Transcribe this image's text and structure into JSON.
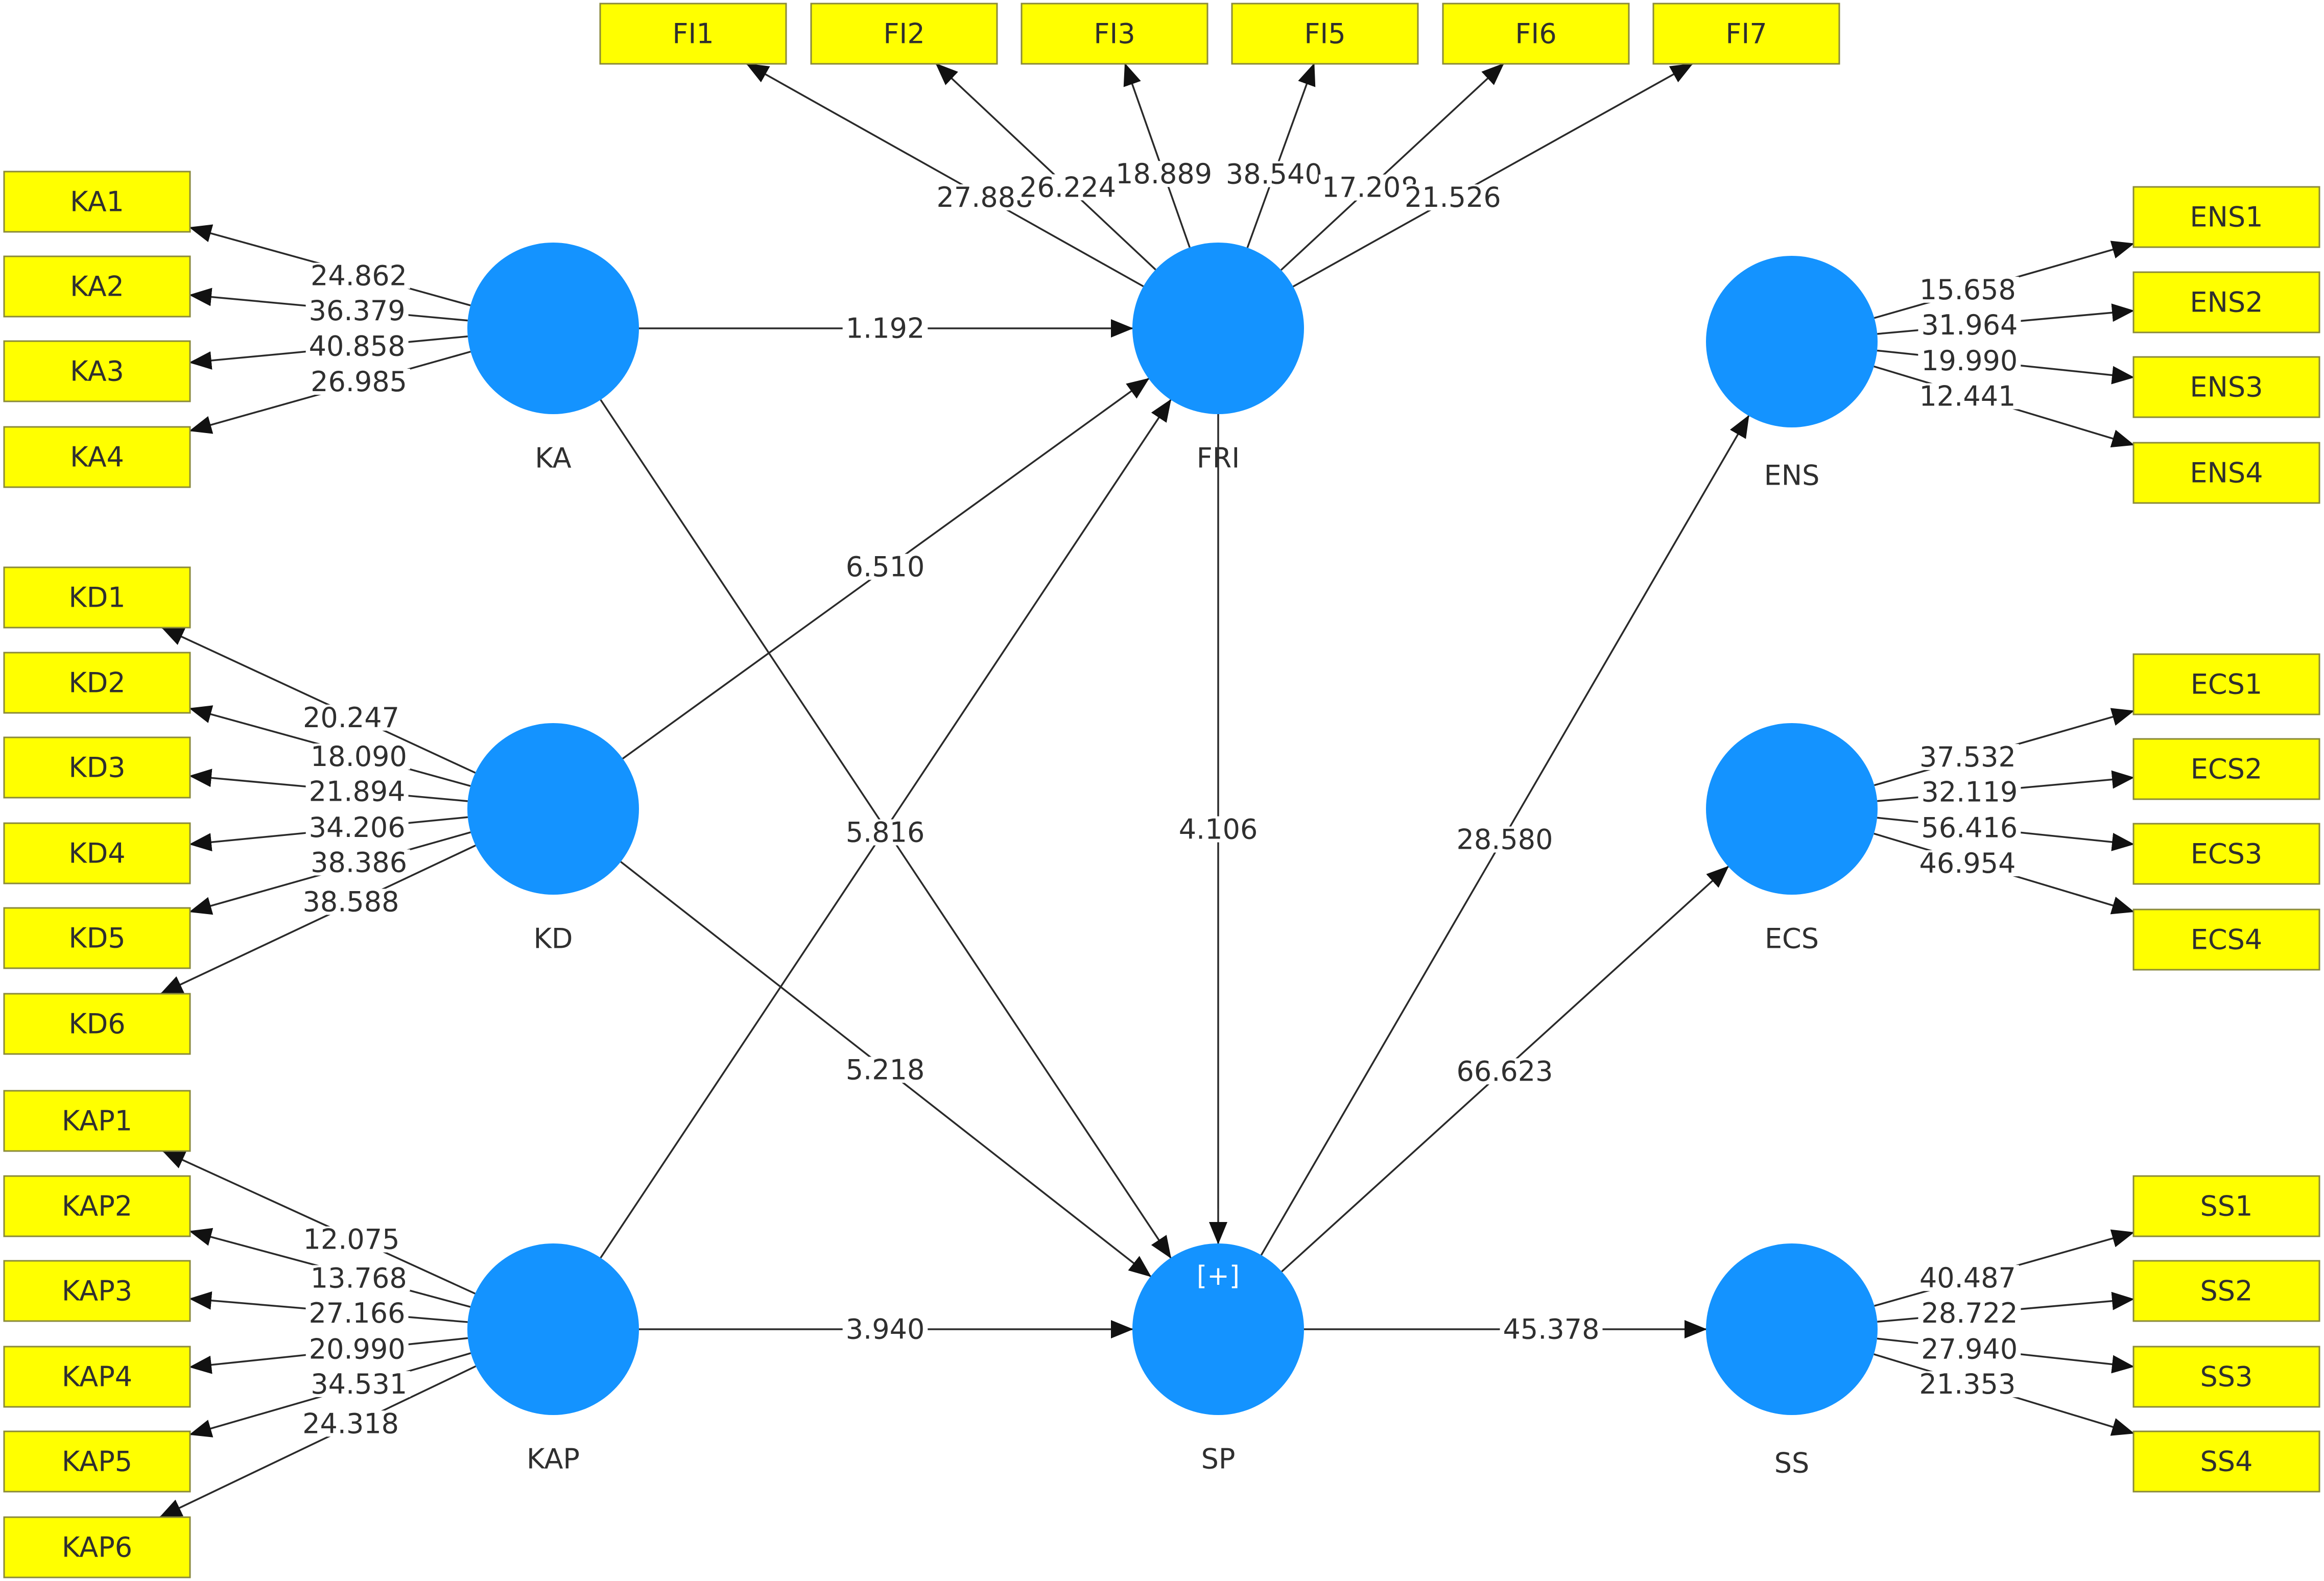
{
  "latents": [
    {
      "id": "KA",
      "label": "KA"
    },
    {
      "id": "KD",
      "label": "KD"
    },
    {
      "id": "KAP",
      "label": "KAP"
    },
    {
      "id": "FRI",
      "label": "FRI"
    },
    {
      "id": "SP",
      "label": "SP",
      "badge": "[+]"
    },
    {
      "id": "ENS",
      "label": "ENS"
    },
    {
      "id": "ECS",
      "label": "ECS"
    },
    {
      "id": "SS",
      "label": "SS"
    }
  ],
  "indicators": [
    {
      "label": "KA1",
      "latent": "KA",
      "weight": "24.862"
    },
    {
      "label": "KA2",
      "latent": "KA",
      "weight": "36.379"
    },
    {
      "label": "KA3",
      "latent": "KA",
      "weight": "40.858"
    },
    {
      "label": "KA4",
      "latent": "KA",
      "weight": "26.985"
    },
    {
      "label": "KD1",
      "latent": "KD",
      "weight": "20.247"
    },
    {
      "label": "KD2",
      "latent": "KD",
      "weight": "18.090"
    },
    {
      "label": "KD3",
      "latent": "KD",
      "weight": "21.894"
    },
    {
      "label": "KD4",
      "latent": "KD",
      "weight": "34.206"
    },
    {
      "label": "KD5",
      "latent": "KD",
      "weight": "38.386"
    },
    {
      "label": "KD6",
      "latent": "KD",
      "weight": "38.588"
    },
    {
      "label": "KAP1",
      "latent": "KAP",
      "weight": "12.075"
    },
    {
      "label": "KAP2",
      "latent": "KAP",
      "weight": "13.768"
    },
    {
      "label": "KAP3",
      "latent": "KAP",
      "weight": "27.166"
    },
    {
      "label": "KAP4",
      "latent": "KAP",
      "weight": "20.990"
    },
    {
      "label": "KAP5",
      "latent": "KAP",
      "weight": "34.531"
    },
    {
      "label": "KAP6",
      "latent": "KAP",
      "weight": "24.318"
    },
    {
      "label": "FI1",
      "latent": "FRI",
      "weight": "27.888"
    },
    {
      "label": "FI2",
      "latent": "FRI",
      "weight": "26.224"
    },
    {
      "label": "FI3",
      "latent": "FRI",
      "weight": "18.889"
    },
    {
      "label": "FI5",
      "latent": "FRI",
      "weight": "38.540"
    },
    {
      "label": "FI6",
      "latent": "FRI",
      "weight": "17.208"
    },
    {
      "label": "FI7",
      "latent": "FRI",
      "weight": "21.526"
    },
    {
      "label": "ENS1",
      "latent": "ENS",
      "weight": "15.658"
    },
    {
      "label": "ENS2",
      "latent": "ENS",
      "weight": "31.964"
    },
    {
      "label": "ENS3",
      "latent": "ENS",
      "weight": "19.990"
    },
    {
      "label": "ENS4",
      "latent": "ENS",
      "weight": "12.441"
    },
    {
      "label": "ECS1",
      "latent": "ECS",
      "weight": "37.532"
    },
    {
      "label": "ECS2",
      "latent": "ECS",
      "weight": "32.119"
    },
    {
      "label": "ECS3",
      "latent": "ECS",
      "weight": "56.416"
    },
    {
      "label": "ECS4",
      "latent": "ECS",
      "weight": "46.954"
    },
    {
      "label": "SS1",
      "latent": "SS",
      "weight": "40.487"
    },
    {
      "label": "SS2",
      "latent": "SS",
      "weight": "28.722"
    },
    {
      "label": "SS3",
      "latent": "SS",
      "weight": "27.940"
    },
    {
      "label": "SS4",
      "latent": "SS",
      "weight": "21.353"
    }
  ],
  "paths": [
    {
      "from": "KA",
      "to": "FRI",
      "value": "1.192"
    },
    {
      "from": "KD",
      "to": "FRI",
      "value": "6.510"
    },
    {
      "from": "KAP",
      "to": "FRI",
      "value": "5.816"
    },
    {
      "from": "KA",
      "to": "SP",
      "value": "5.816"
    },
    {
      "from": "KD",
      "to": "SP",
      "value": "5.218"
    },
    {
      "from": "KAP",
      "to": "SP",
      "value": "3.940"
    },
    {
      "from": "FRI",
      "to": "SP",
      "value": "4.106"
    },
    {
      "from": "SP",
      "to": "ENS",
      "value": "28.580"
    },
    {
      "from": "SP",
      "to": "ECS",
      "value": "66.623"
    },
    {
      "from": "SP",
      "to": "SS",
      "value": "45.378"
    }
  ],
  "colors": {
    "latent": "#1493ff",
    "indicator": "#ffff00",
    "line": "#2a2a2a"
  }
}
